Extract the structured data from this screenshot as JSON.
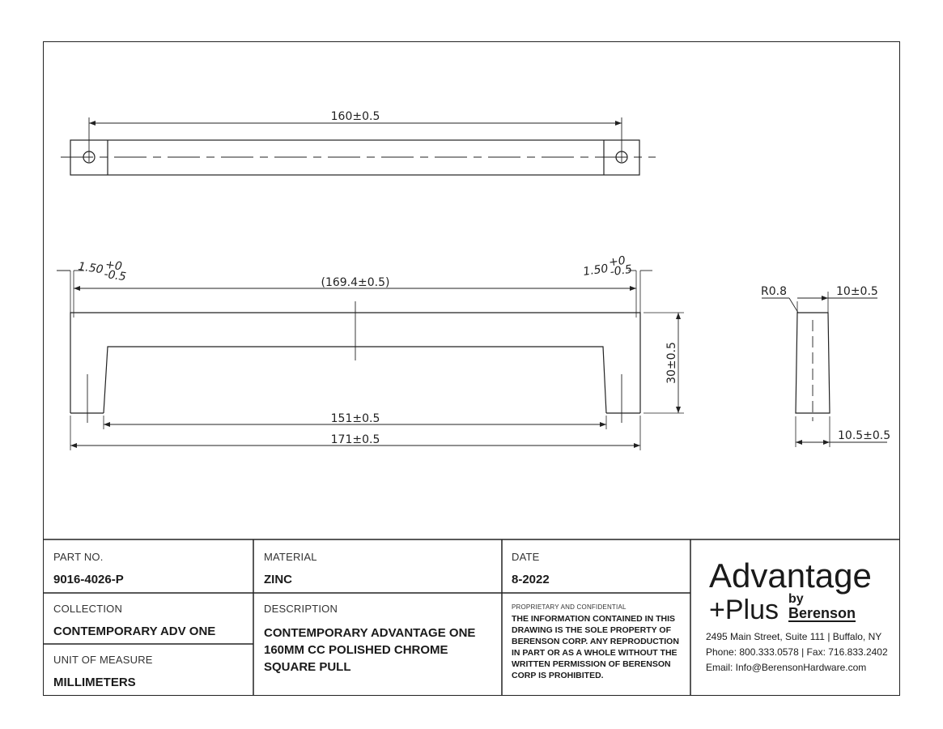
{
  "dimensions": {
    "top_cc": "160±0.5",
    "left_taper_base": "1.50",
    "left_taper_sup": "+0",
    "left_taper_sub": "-0.5",
    "right_taper_base": "1.50",
    "right_taper_sup": "+0",
    "right_taper_sub": "-0.5",
    "overall_ref": "(169.4±0.5)",
    "inner_span": "151±0.5",
    "overall": "171±0.5",
    "height": "30±0.5",
    "radius": "R0.8",
    "top_width": "10±0.5",
    "base_width": "10.5±0.5"
  },
  "title_block": {
    "part_no_label": "PART NO.",
    "part_no": "9016-4026-P",
    "material_label": "MATERIAL",
    "material": "ZINC",
    "date_label": "DATE",
    "date": "8-2022",
    "collection_label": "COLLECTION",
    "collection": "CONTEMPORARY ADV ONE",
    "description_label": "DESCRIPTION",
    "description_1": "CONTEMPORARY ADVANTAGE ONE",
    "description_2": "160MM CC POLISHED CHROME",
    "description_3": "SQUARE PULL",
    "uom_label": "UNIT OF MEASURE",
    "uom": "MILLIMETERS",
    "confidential_label": "PROPRIETARY AND CONFIDENTIAL",
    "notice_1": "THE INFORMATION CONTAINED IN THIS",
    "notice_2": "DRAWING IS THE SOLE PROPERTY OF",
    "notice_3": "BERENSON CORP. ANY REPRODUCTION",
    "notice_4": "IN PART OR AS A WHOLE WITHOUT THE",
    "notice_5": "WRITTEN PERMISSION OF BERENSON",
    "notice_6": "CORP IS PROHIBITED."
  },
  "brand": {
    "line1": "Advantage",
    "line2": "+Plus",
    "by": "by",
    "name": "Berenson",
    "address": "2495 Main Street, Suite 111 | Buffalo, NY",
    "phone": "Phone: 800.333.0578 | Fax: 716.833.2402",
    "email": "Email: Info@BerensonHardware.com"
  }
}
